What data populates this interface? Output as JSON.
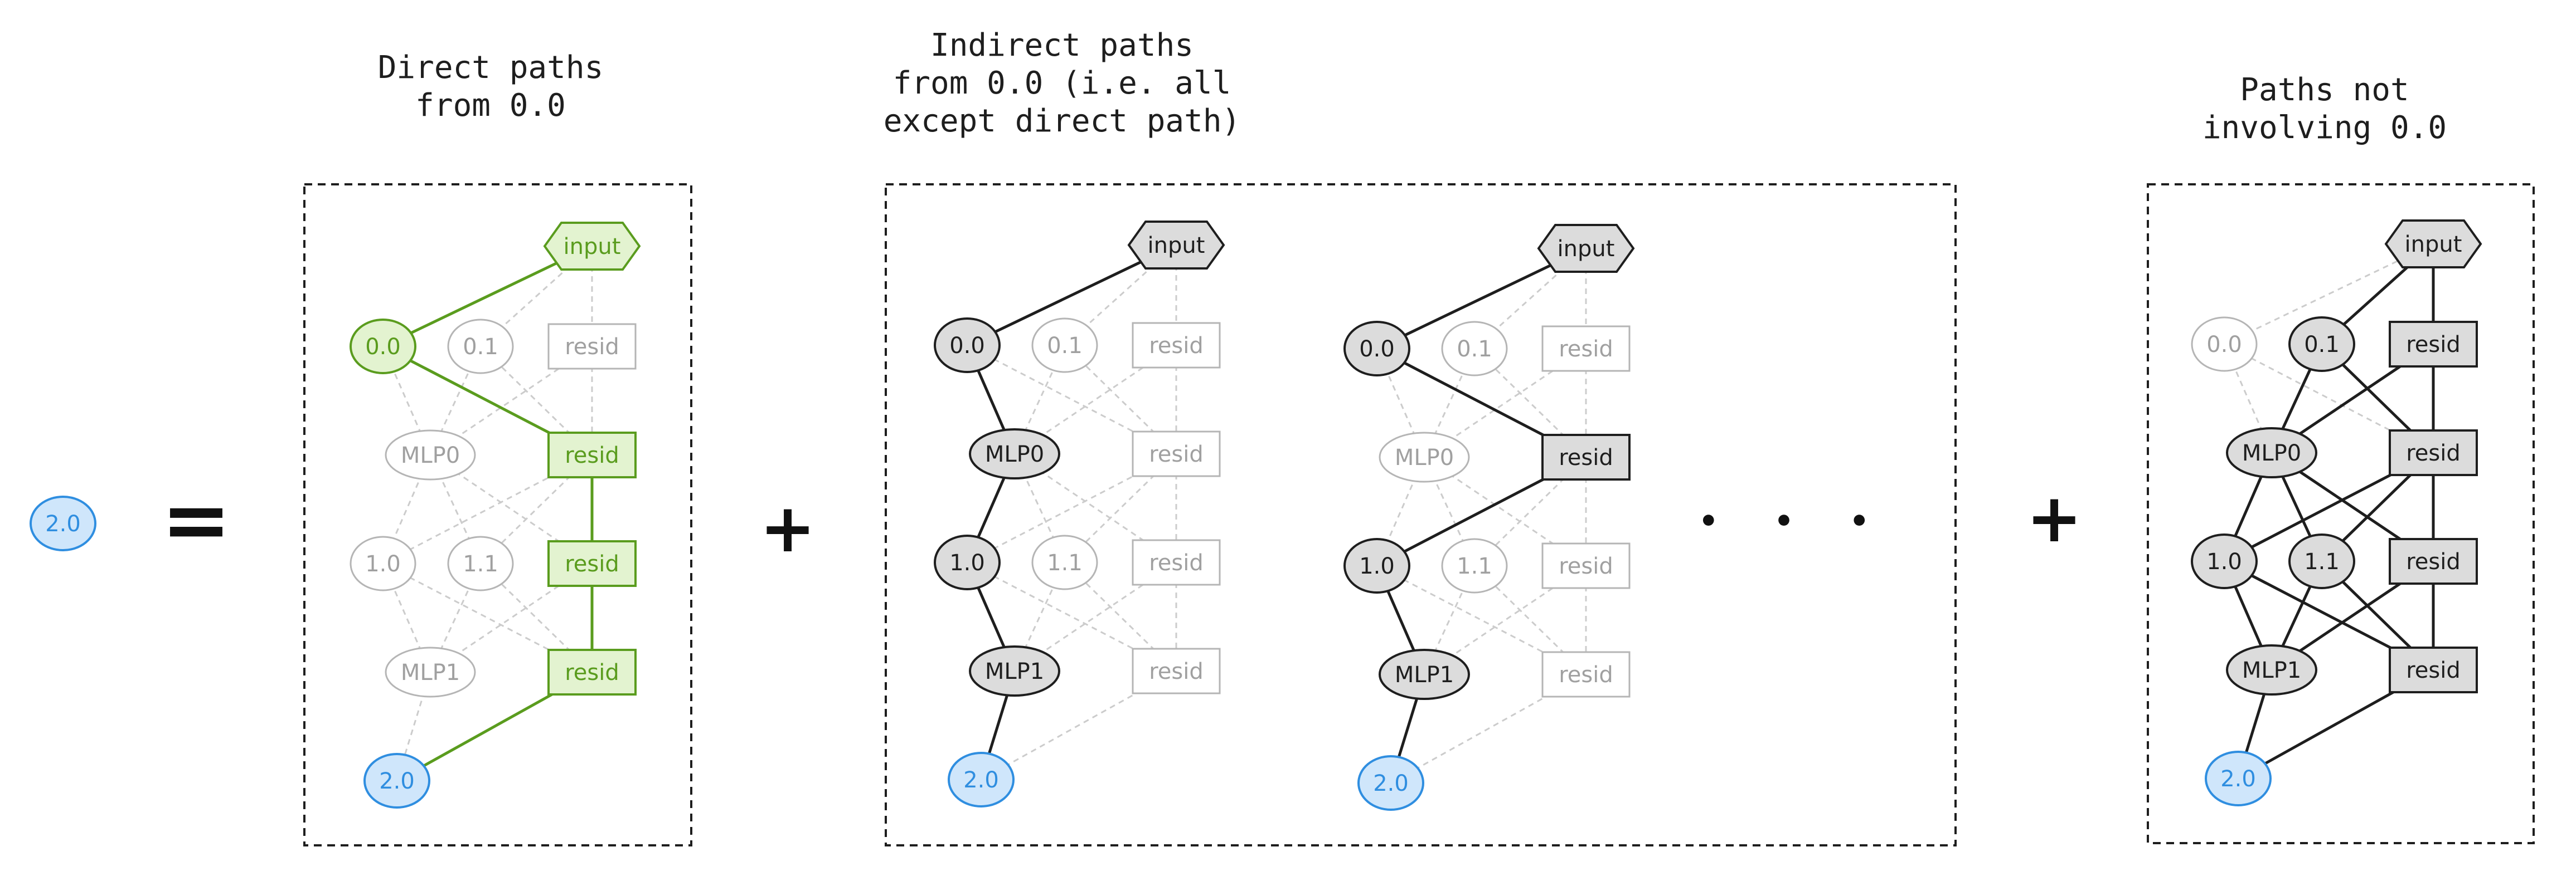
{
  "titles": {
    "direct": [
      "Direct paths",
      "from 0.0"
    ],
    "indirect": [
      "Indirect paths",
      "from 0.0 (i.e. all",
      "except direct path)"
    ],
    "not": [
      "Paths not",
      "involving 0.0"
    ]
  },
  "target_node": "2.0",
  "equals": "=",
  "plus": "+",
  "ellipsis": "• • •",
  "node_labels": {
    "input": "input",
    "h00": "0.0",
    "h01": "0.1",
    "resid": "resid",
    "mlp0": "MLP0",
    "h10": "1.0",
    "h11": "1.1",
    "mlp1": "MLP1",
    "h20": "2.0"
  },
  "colors": {
    "green": "#5a9c1e",
    "green_fill": "#e3f3d0",
    "blue": "#2f8ee0",
    "blue_fill": "#cfe6fb",
    "gray_fill": "#dcdcdc",
    "faint": "#b5b5b5",
    "dark": "#1e1e1e"
  },
  "diagrams": [
    {
      "id": "direct",
      "style": "green",
      "active_nodes": [
        "input",
        "h00",
        "r1",
        "r2",
        "r3",
        "h20"
      ],
      "edges": [
        [
          "input",
          "h00"
        ],
        [
          "h00",
          "r1"
        ],
        [
          "r1",
          "r2"
        ],
        [
          "r2",
          "r3"
        ],
        [
          "r3",
          "h20"
        ]
      ]
    },
    {
      "id": "ind1",
      "style": "dark",
      "active_nodes": [
        "input",
        "h00",
        "mlp0",
        "h10",
        "mlp1",
        "h20"
      ],
      "edges": [
        [
          "input",
          "h00"
        ],
        [
          "h00",
          "mlp0"
        ],
        [
          "mlp0",
          "h10"
        ],
        [
          "h10",
          "mlp1"
        ],
        [
          "mlp1",
          "h20"
        ]
      ]
    },
    {
      "id": "ind2",
      "style": "dark",
      "active_nodes": [
        "input",
        "h00",
        "r1",
        "h10",
        "mlp1",
        "h20"
      ],
      "edges": [
        [
          "input",
          "h00"
        ],
        [
          "h00",
          "r1"
        ],
        [
          "r1",
          "h10"
        ],
        [
          "h10",
          "mlp1"
        ],
        [
          "mlp1",
          "h20"
        ]
      ]
    },
    {
      "id": "not",
      "style": "dark",
      "active_nodes": [
        "input",
        "h01",
        "r0",
        "mlp0",
        "r1",
        "h10",
        "h11",
        "r2",
        "mlp1",
        "r3",
        "h20"
      ],
      "edges": [
        [
          "input",
          "h01"
        ],
        [
          "input",
          "r0"
        ],
        [
          "h01",
          "mlp0"
        ],
        [
          "h01",
          "r1"
        ],
        [
          "r0",
          "mlp0"
        ],
        [
          "r0",
          "r1"
        ],
        [
          "mlp0",
          "h10"
        ],
        [
          "mlp0",
          "h11"
        ],
        [
          "mlp0",
          "r2"
        ],
        [
          "r1",
          "h10"
        ],
        [
          "r1",
          "h11"
        ],
        [
          "r1",
          "r2"
        ],
        [
          "h10",
          "mlp1"
        ],
        [
          "h10",
          "r3"
        ],
        [
          "h11",
          "mlp1"
        ],
        [
          "h11",
          "r3"
        ],
        [
          "r2",
          "mlp1"
        ],
        [
          "r2",
          "r3"
        ],
        [
          "mlp1",
          "h20"
        ],
        [
          "r3",
          "h20"
        ]
      ]
    }
  ]
}
